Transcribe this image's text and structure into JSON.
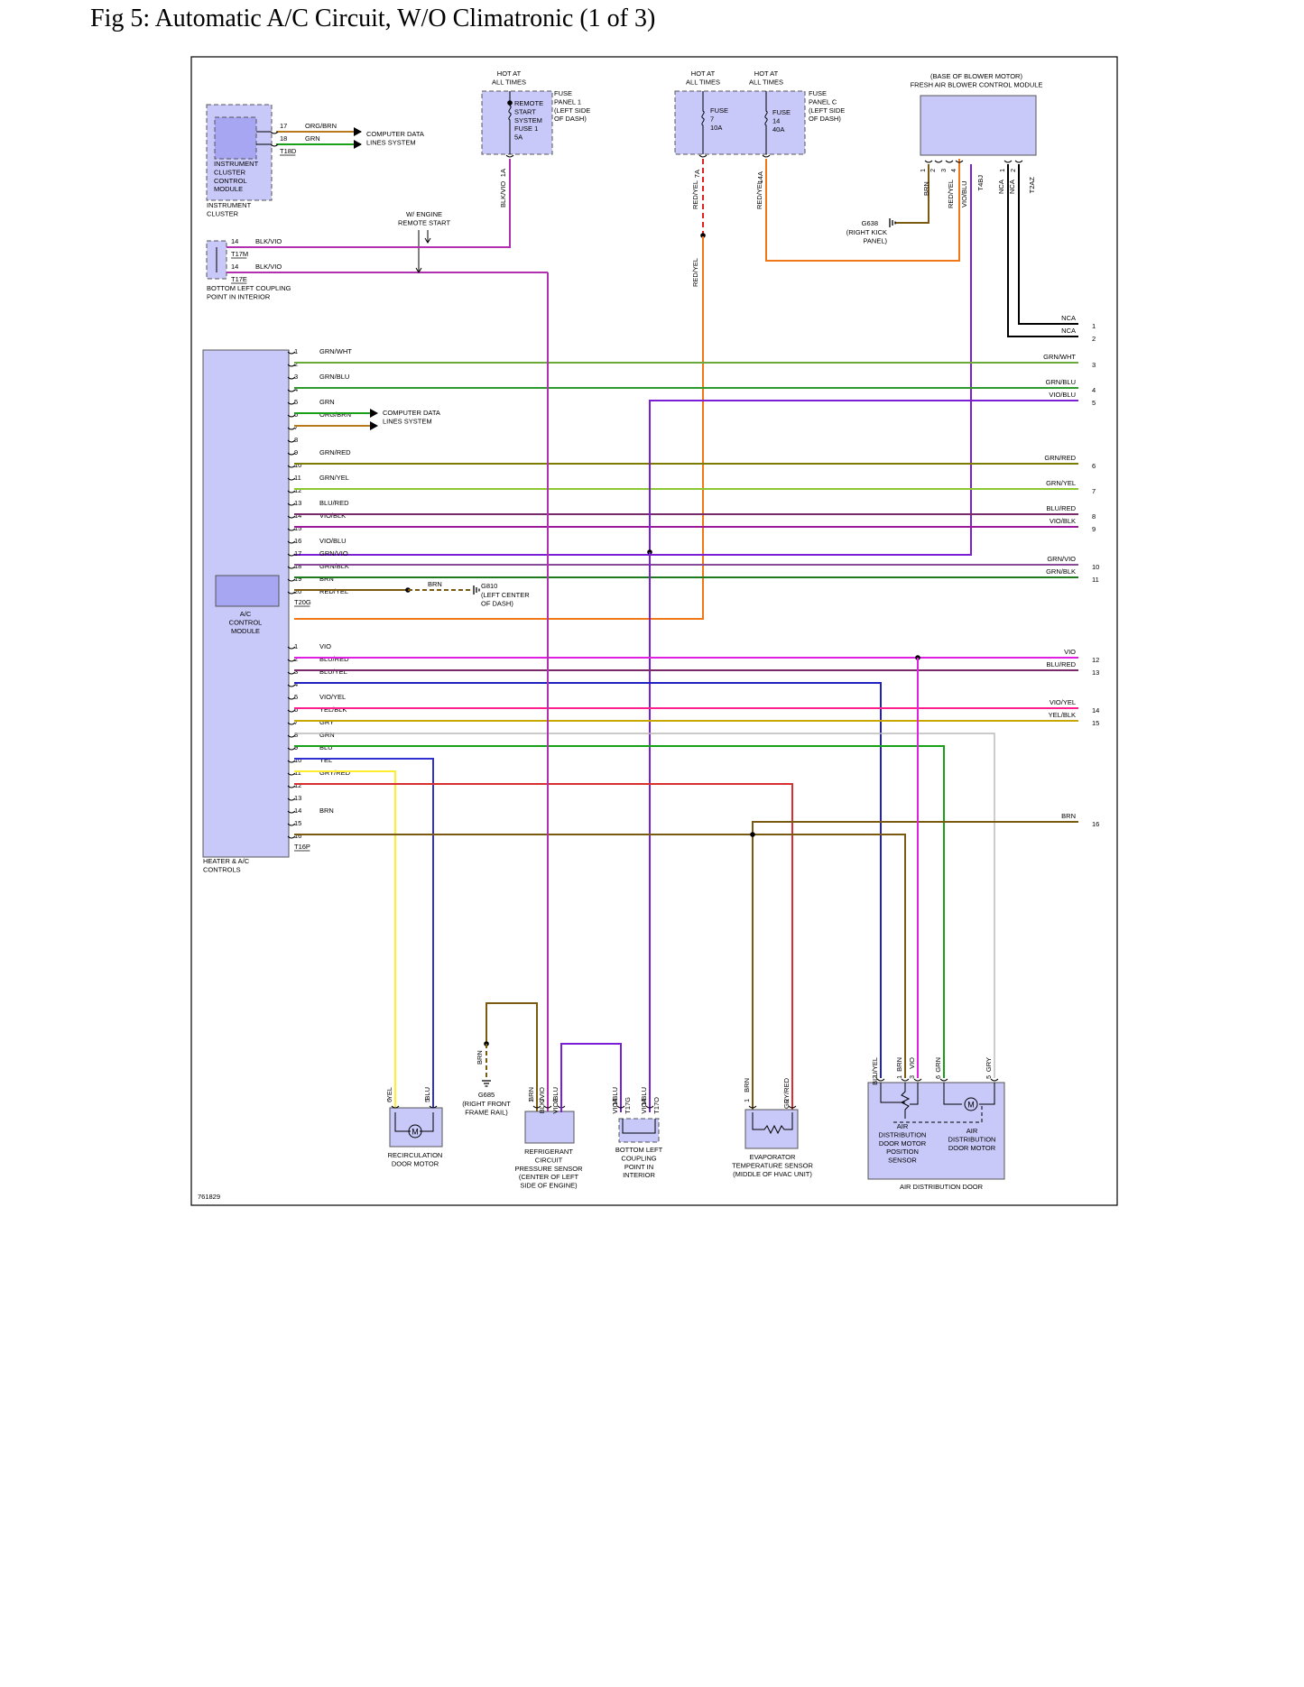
{
  "title": "Fig 5: Automatic A/C Circuit, W/O Climatronic (1 of 3)",
  "figure_id": "761829",
  "colors": {
    "component_fill": "#c9c9f9",
    "component_fill_dark": "#a6a6f3",
    "GRN/WHT": "#6aa93a",
    "GRN/BLU": "#2e9a2e",
    "VIO/BLU": "#7a1fd6",
    "GRN": "#19a019",
    "ORG/BRN": "#b8781c",
    "GRN/RED": "#7c7c00",
    "GRN/YEL": "#8cc832",
    "BLU/RED": "#7a2a6a",
    "VIO/BLK": "#9a1a9a",
    "GRN/VIO": "#8a4a9a",
    "GRN/BLK": "#1e7a1e",
    "BRN": "#7a5a10",
    "RED/YEL": "#f07818",
    "VIO": "#e020e0",
    "BLU/YEL": "#2020c0",
    "VIO/YEL": "#ff2090",
    "YEL/BLK": "#c8a800",
    "GRY": "#b8b8b8",
    "BLU": "#3030d0",
    "YEL": "#ffee30",
    "GRY/RED": "#d83030",
    "BLK/VIO": "#b030b0",
    "BLK": "#000000",
    "RED": "#e02020"
  },
  "power": {
    "remote_start_hot": "HOT AT\nALL TIMES",
    "fuse_panel_1": "FUSE\nPANEL 1\n(LEFT SIDE\nOF DASH)",
    "remote_fuse": "REMOTE\nSTART\nSYSTEM\nFUSE 1\n5A",
    "hot_7": "HOT AT\nALL TIMES",
    "hot_14": "HOT AT\nALL TIMES",
    "fuse_7": "FUSE\n7\n10A",
    "fuse_14": "FUSE\n14\n40A",
    "fuse_panel_c": "FUSE\nPANEL C\n(LEFT SIDE\nOF DASH)",
    "pin_1A": "1A",
    "pin_7A": "7A",
    "pin_14A": "14A"
  },
  "instrument_cluster": {
    "module_label": "INSTRUMENT\nCLUSTER\nCONTROL\nMODULE",
    "cluster_label": "INSTRUMENT\nCLUSTER",
    "connector": "T18D",
    "pin_17": "17",
    "pin_18": "18",
    "wire_17": "ORG/BRN",
    "wire_18": "GRN",
    "data_lines": "COMPUTER DATA\nLINES SYSTEM"
  },
  "coupling_top": {
    "label": "BOTTOM LEFT COUPLING\nPOINT IN INTERIOR",
    "pin_a": "14",
    "conn_a": "T17M",
    "wire_a": "BLK/VIO",
    "pin_b": "14",
    "conn_b": "T17E",
    "wire_b": "BLK/VIO",
    "w_engine": "W/ ENGINE\nREMOTE START"
  },
  "blower": {
    "title": "(BASE OF BLOWER MOTOR)\nFRESH AIR BLOWER CONTROL MODULE",
    "pins": [
      "1",
      "2",
      "3",
      "4"
    ],
    "connector": "T4BJ",
    "wires": [
      "BRN",
      "RED/YEL",
      "VIO/BLU"
    ],
    "ground": "G638",
    "ground_label": "(RIGHT KICK\nPANEL)",
    "nca_pins": [
      "1",
      "2"
    ],
    "nca_conn": "T2AZ",
    "nca_wires": [
      "NCA",
      "NCA"
    ]
  },
  "fuse_wires": {
    "blk_vio": "BLK/VIO",
    "red_yel_a": "RED/YEL",
    "red_yel_b": "RED/YEL",
    "red_yel_c": "RED/YEL"
  },
  "ac_module": {
    "label": "A/C\nCONTROL\nMODULE",
    "connector_a": "T20G",
    "connector_b": "T16P",
    "heater_label": "HEATER & A/C\nCONTROLS",
    "data_lines": "COMPUTER DATA\nLINES SYSTEM",
    "g810": "G810",
    "g810_label": "(LEFT CENTER\nOF DASH)",
    "g810_wire": "BRN"
  },
  "t20g_pins": [
    {
      "pin": "1",
      "wire": "GRN/WHT"
    },
    {
      "pin": "2",
      "wire": ""
    },
    {
      "pin": "3",
      "wire": "GRN/BLU"
    },
    {
      "pin": "4",
      "wire": ""
    },
    {
      "pin": "5",
      "wire": "GRN"
    },
    {
      "pin": "6",
      "wire": "ORG/BRN"
    },
    {
      "pin": "7",
      "wire": ""
    },
    {
      "pin": "8",
      "wire": ""
    },
    {
      "pin": "9",
      "wire": "GRN/RED"
    },
    {
      "pin": "10",
      "wire": ""
    },
    {
      "pin": "11",
      "wire": "GRN/YEL"
    },
    {
      "pin": "12",
      "wire": ""
    },
    {
      "pin": "13",
      "wire": "BLU/RED"
    },
    {
      "pin": "14",
      "wire": "VIO/BLK"
    },
    {
      "pin": "15",
      "wire": ""
    },
    {
      "pin": "16",
      "wire": "VIO/BLU"
    },
    {
      "pin": "17",
      "wire": "GRN/VIO"
    },
    {
      "pin": "18",
      "wire": "GRN/BLK"
    },
    {
      "pin": "19",
      "wire": "BRN"
    },
    {
      "pin": "20",
      "wire": "RED/YEL"
    }
  ],
  "t16p_pins": [
    {
      "pin": "1",
      "wire": "VIO"
    },
    {
      "pin": "2",
      "wire": "BLU/RED"
    },
    {
      "pin": "3",
      "wire": "BLU/YEL"
    },
    {
      "pin": "4",
      "wire": ""
    },
    {
      "pin": "5",
      "wire": "VIO/YEL"
    },
    {
      "pin": "6",
      "wire": "YEL/BLK"
    },
    {
      "pin": "7",
      "wire": "GRY"
    },
    {
      "pin": "8",
      "wire": "GRN"
    },
    {
      "pin": "9",
      "wire": "BLU"
    },
    {
      "pin": "10",
      "wire": "YEL"
    },
    {
      "pin": "11",
      "wire": "GRY/RED"
    },
    {
      "pin": "12",
      "wire": ""
    },
    {
      "pin": "13",
      "wire": ""
    },
    {
      "pin": "14",
      "wire": "BRN"
    },
    {
      "pin": "15",
      "wire": ""
    },
    {
      "pin": "16",
      "wire": ""
    }
  ],
  "continuations": [
    {
      "wire": "NCA",
      "ref": "1"
    },
    {
      "wire": "NCA",
      "ref": "2"
    },
    {
      "wire": "GRN/WHT",
      "ref": "3"
    },
    {
      "wire": "GRN/BLU",
      "ref": "4"
    },
    {
      "wire": "VIO/BLU",
      "ref": "5"
    },
    {
      "wire": "GRN/RED",
      "ref": "6"
    },
    {
      "wire": "GRN/YEL",
      "ref": "7"
    },
    {
      "wire": "BLU/RED",
      "ref": "8"
    },
    {
      "wire": "VIO/BLK",
      "ref": "9"
    },
    {
      "wire": "GRN/VIO",
      "ref": "10"
    },
    {
      "wire": "GRN/BLK",
      "ref": "11"
    },
    {
      "wire": "VIO",
      "ref": "12"
    },
    {
      "wire": "BLU/RED",
      "ref": "13"
    },
    {
      "wire": "VIO/YEL",
      "ref": "14"
    },
    {
      "wire": "YEL/BLK",
      "ref": "15"
    },
    {
      "wire": "BRN",
      "ref": "16"
    }
  ],
  "bottom": {
    "recirc": {
      "label": "RECIRCULATION\nDOOR MOTOR",
      "pins": [
        "6",
        "5"
      ],
      "wires": [
        "YEL",
        "BLU"
      ],
      "motor": "M"
    },
    "g685": {
      "name": "G685",
      "label": "(RIGHT FRONT\nFRAME RAIL)",
      "wire": "BRN"
    },
    "refrig": {
      "label": "REFRIGERANT\nCIRCUIT\nPRESSURE SENSOR\n(CENTER OF LEFT\nSIDE OF ENGINE)",
      "pins": [
        "1",
        "3",
        "2"
      ],
      "wires": [
        "BRN",
        "BLK/VIO",
        "VIO/BLU"
      ]
    },
    "coupling": {
      "label": "BOTTOM LEFT\nCOUPLING\nPOINT IN\nINTERIOR",
      "pins": [
        "14",
        "14"
      ],
      "conns": [
        "T17G",
        "T17O"
      ],
      "wires": [
        "VIO/BLU",
        "VIO/BLU"
      ]
    },
    "evap": {
      "label": "EVAPORATOR\nTEMPERATURE SENSOR\n(MIDDLE OF HVAC UNIT)",
      "pins": [
        "1",
        "2"
      ],
      "wires": [
        "BRN",
        "GRY/RED"
      ]
    },
    "airdist": {
      "label": "AIR DISTRIBUTION DOOR",
      "sensor_label": "AIR\nDISTRIBUTION\nDOOR MOTOR\nPOSITION\nSENSOR",
      "motor_label": "AIR\nDISTRIBUTION\nDOOR MOTOR",
      "pins": [
        "2",
        "1",
        "3",
        "6",
        "5"
      ],
      "wires": [
        "BLU/YEL",
        "BRN",
        "VIO",
        "GRN",
        "GRY"
      ],
      "motor": "M"
    }
  }
}
